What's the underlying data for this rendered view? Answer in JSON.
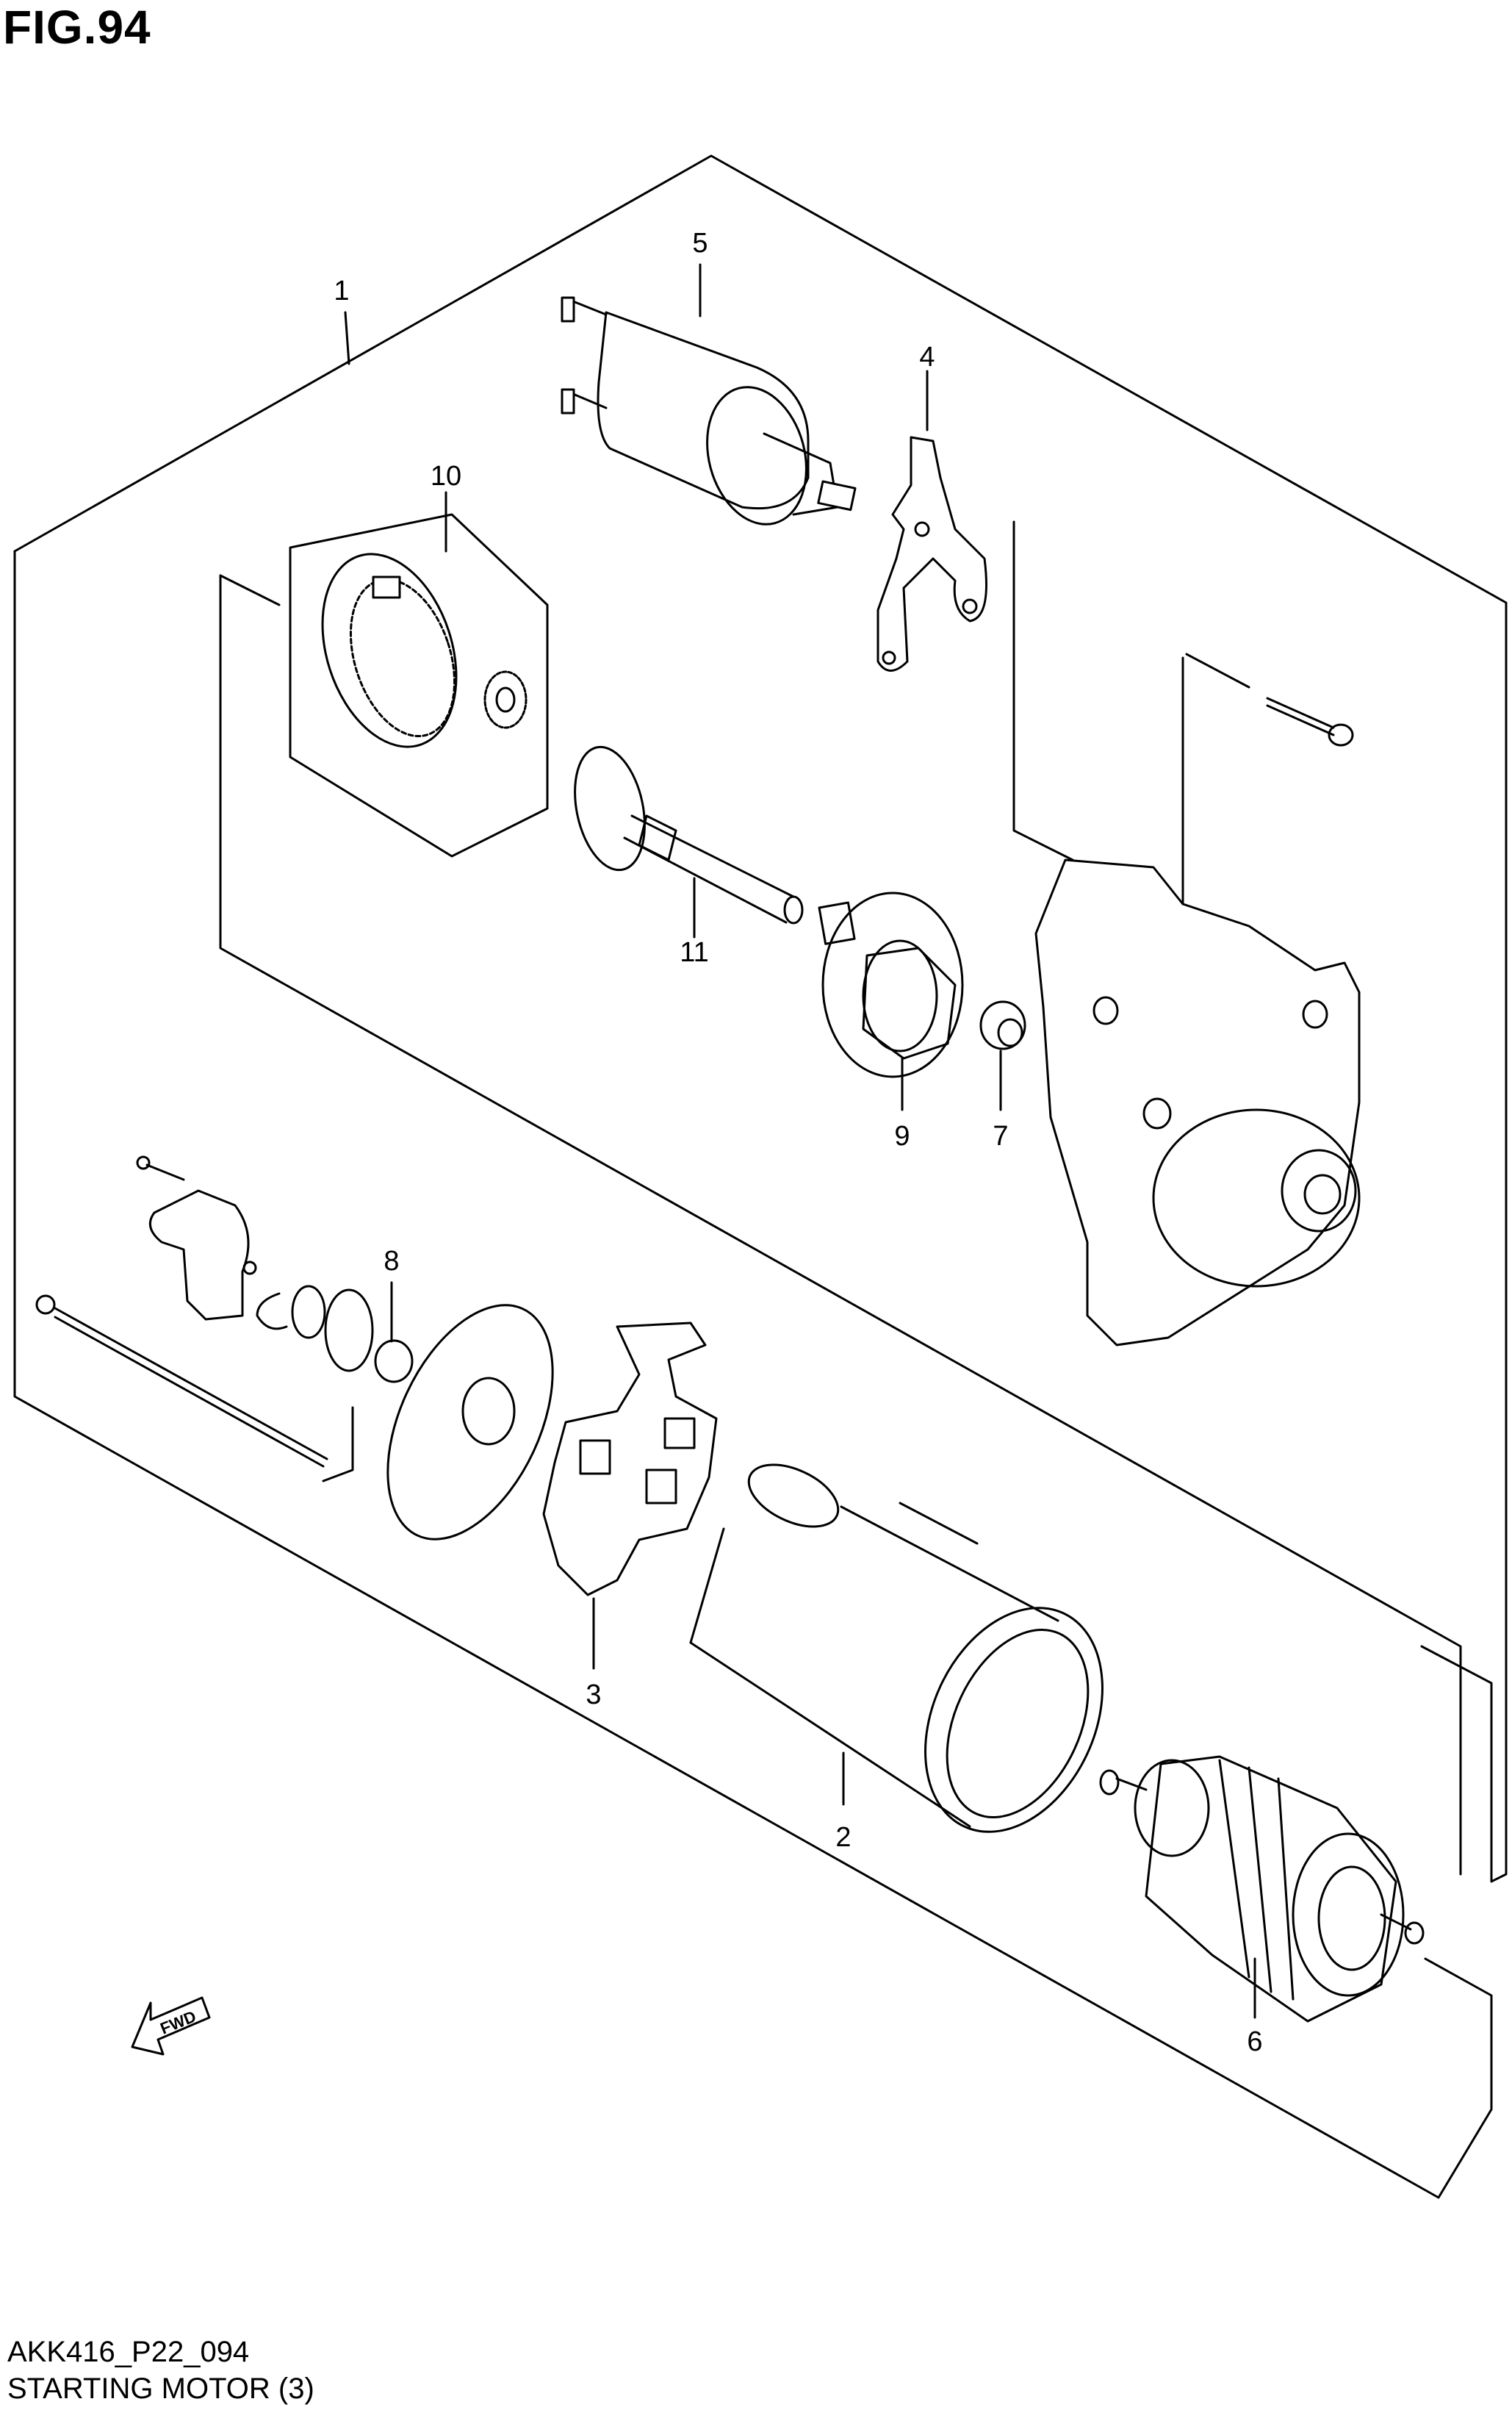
{
  "figure": {
    "title": "FIG.94",
    "code": "AKK416_P22_094",
    "caption": "STARTING MOTOR (3)"
  },
  "fwd_label": "FWD",
  "callouts": [
    "1",
    "2",
    "3",
    "4",
    "5",
    "6",
    "7",
    "8",
    "9",
    "10",
    "11"
  ]
}
